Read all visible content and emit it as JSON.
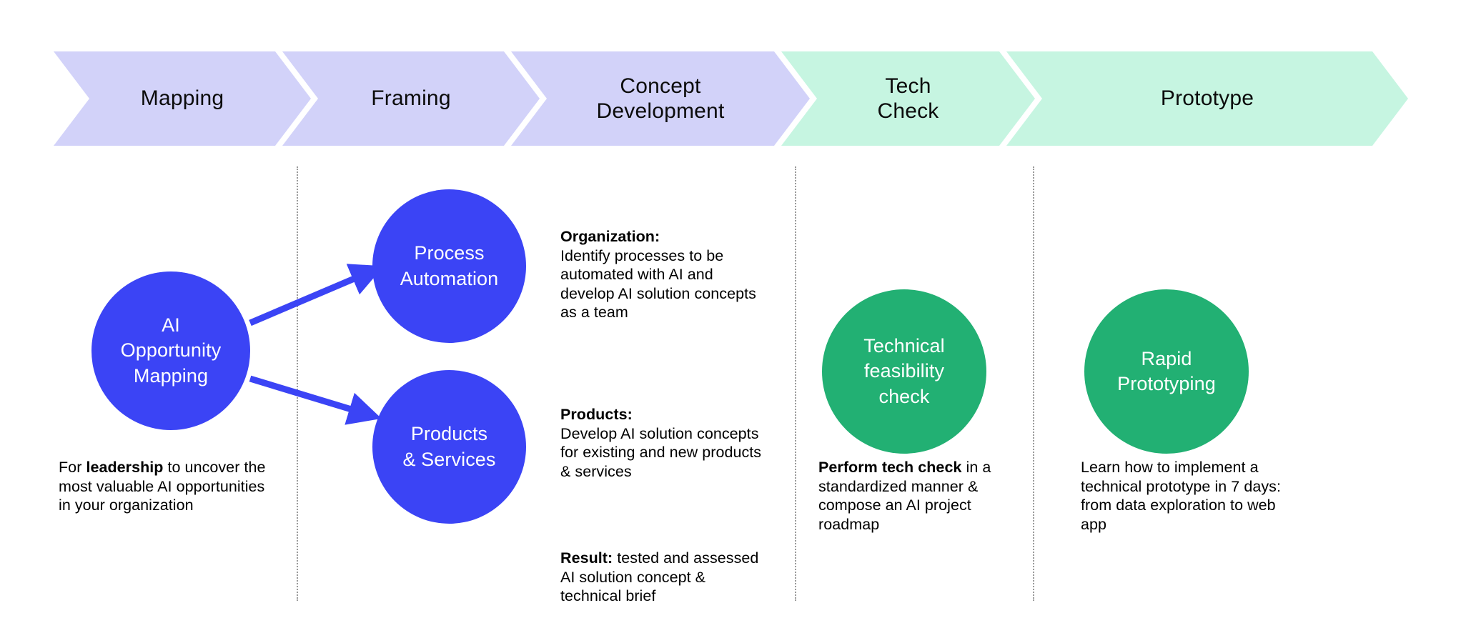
{
  "colors": {
    "chevron_purple": "#D2D2F9",
    "chevron_green": "#C6F5E1",
    "circle_blue": "#3B44F5",
    "circle_green": "#22B073",
    "arrow_blue": "#3B44F5",
    "divider_gray": "#9A9A9A",
    "text_dark": "#000000",
    "text_light": "#FFFFFF",
    "background": "#FFFFFF"
  },
  "phases": [
    {
      "id": "mapping",
      "label": "Mapping",
      "tone": "purple"
    },
    {
      "id": "framing",
      "label": "Framing",
      "tone": "purple"
    },
    {
      "id": "concept",
      "label": "Concept\nDevelopment",
      "tone": "purple"
    },
    {
      "id": "techcheck",
      "label": "Tech\nCheck",
      "tone": "green"
    },
    {
      "id": "prototype",
      "label": "Prototype",
      "tone": "green"
    }
  ],
  "nodes": [
    {
      "id": "ai-opportunity-mapping",
      "label": "AI\nOpportunity\nMapping",
      "tone": "blue"
    },
    {
      "id": "process-automation",
      "label": "Process\nAutomation",
      "tone": "blue"
    },
    {
      "id": "products-services",
      "label": "Products\n& Services",
      "tone": "blue"
    },
    {
      "id": "technical-feasibility-check",
      "label": "Technical\nfeasibility\ncheck",
      "tone": "green"
    },
    {
      "id": "rapid-prototyping",
      "label": "Rapid\nPrototyping",
      "tone": "green"
    }
  ],
  "captions": {
    "mapping": {
      "lead": "For ",
      "bold": "leadership",
      "rest": " to uncover the most valuable AI opportunities in your organization"
    },
    "techcheck": {
      "bold": "Perform tech check",
      "rest": " in a standardized manner & compose an AI project roadmap"
    },
    "prototype": {
      "text": "Learn how to implement a technical prototype in 7 days: from data exploration to web app"
    }
  },
  "notes": [
    {
      "id": "organization-note",
      "head": "Organization:",
      "body": "Identify processes to be automated with AI and develop AI solution concepts as a team"
    },
    {
      "id": "products-note",
      "head": "Products:",
      "body": "Develop AI solution concepts for existing and new products & services"
    },
    {
      "id": "result-note",
      "head": "Result:",
      "body": " tested and assessed AI solution concept & technical brief",
      "inline": true
    }
  ],
  "arrows": [
    {
      "id": "arrow-to-process-automation",
      "from": "ai-opportunity-mapping",
      "to": "process-automation"
    },
    {
      "id": "arrow-to-products-services",
      "from": "ai-opportunity-mapping",
      "to": "products-services"
    }
  ]
}
